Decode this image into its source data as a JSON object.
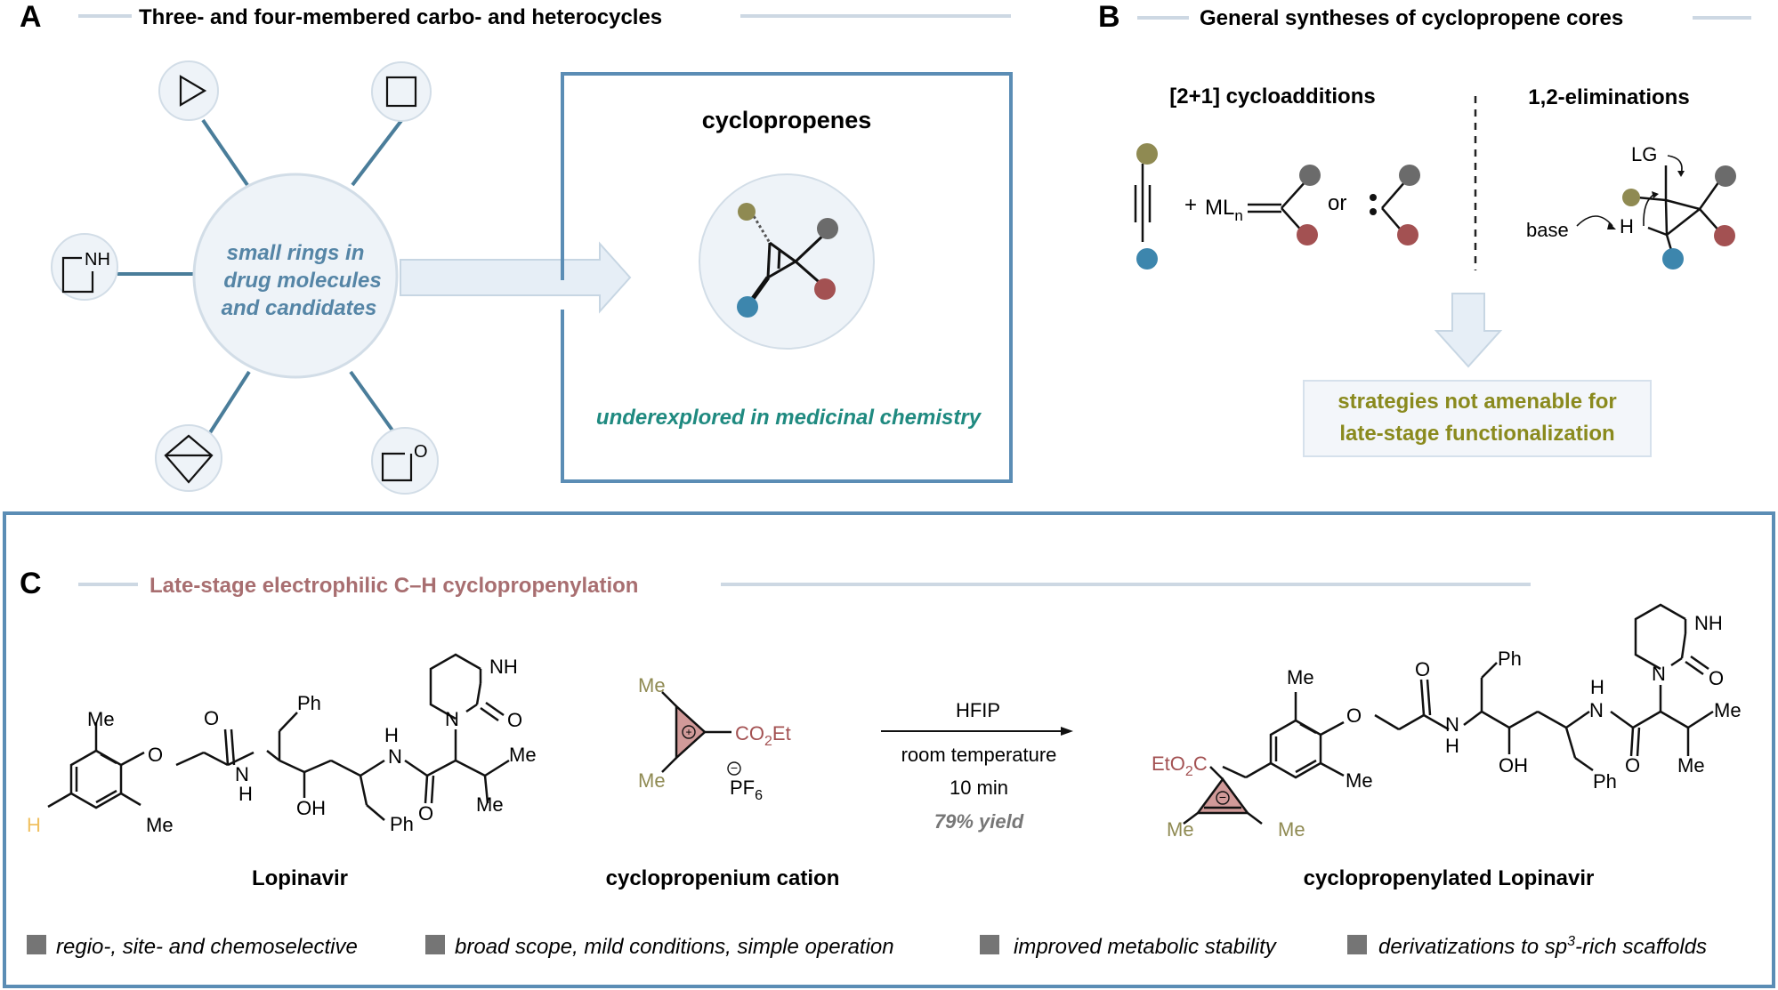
{
  "panelA": {
    "letter": "A",
    "title": "Three- and four-membered carbo- and heterocycles",
    "center": [
      "small rings in",
      "drug molecules",
      "and candidates"
    ],
    "azetidine_label": "NH",
    "oxetane_label": "O",
    "box_title": "cyclopropenes",
    "box_caption": "underexplored in medicinal chemistry"
  },
  "panelB": {
    "letter": "B",
    "title": "General syntheses of cyclopropene cores",
    "left_heading": "[2+1] cycloadditions",
    "right_heading": "1,2-eliminations",
    "plus": "+",
    "metal": "ML",
    "metal_sub": "n",
    "or": "or",
    "lg": "LG",
    "h": "H",
    "base": "base",
    "note": [
      "strategies not amenable for",
      "late-stage functionalization"
    ]
  },
  "panelC": {
    "letter": "C",
    "title": "Late-stage electrophilic C–H cyclopropenylation",
    "reactant_name": "Lopinavir",
    "reagent_name": "cyclopropenium cation",
    "product_name": "cyclopropenylated Lopinavir",
    "conditions": [
      "HFIP",
      "room temperature",
      "10 min"
    ],
    "yield": "79% yield",
    "atoms": {
      "me": "Me",
      "ph": "Ph",
      "nh": "NH",
      "n": "N",
      "h": "H",
      "o": "O",
      "oh": "OH",
      "co2et_a": "CO",
      "co2et_sub": "2",
      "co2et_b": "Et",
      "eto2c_a": "EtO",
      "eto2c_sub": "2",
      "eto2c_b": "C",
      "pf": "PF",
      "pf_sub": "6",
      "plus": "+",
      "minus": "−"
    },
    "features": [
      {
        "text": "regio-, site- and chemoselective"
      },
      {
        "text": "broad scope, mild conditions, simple operation"
      },
      {
        "text": "improved metabolic stability"
      },
      {
        "text_a": "derivatizations to sp",
        "sup": "3",
        "text_b": "-rich scaffolds"
      }
    ]
  },
  "colors": {
    "frame": "#5b8db5",
    "hub_fill": "#eef3f8",
    "hub_stroke": "#d2dde7",
    "spoke": "#4a7d9a",
    "center_text": "#5585a6",
    "teal": "#1f8a80",
    "olive_text": "#8a8a1e",
    "c_title": "#a86e70",
    "olive_atom": "#8f8a52",
    "blue_atom": "#3d86ad",
    "grey_atom": "#6b6b6b",
    "red_atom": "#a35152",
    "ring_pink": "#d19a99",
    "h_yellow": "#f0c060",
    "arrow_fill": "#e6eef6",
    "note_bg": "#f3f6fa",
    "note_border": "#d6e1ec",
    "line_grey": "#cdd8e3",
    "square": "#757575"
  }
}
